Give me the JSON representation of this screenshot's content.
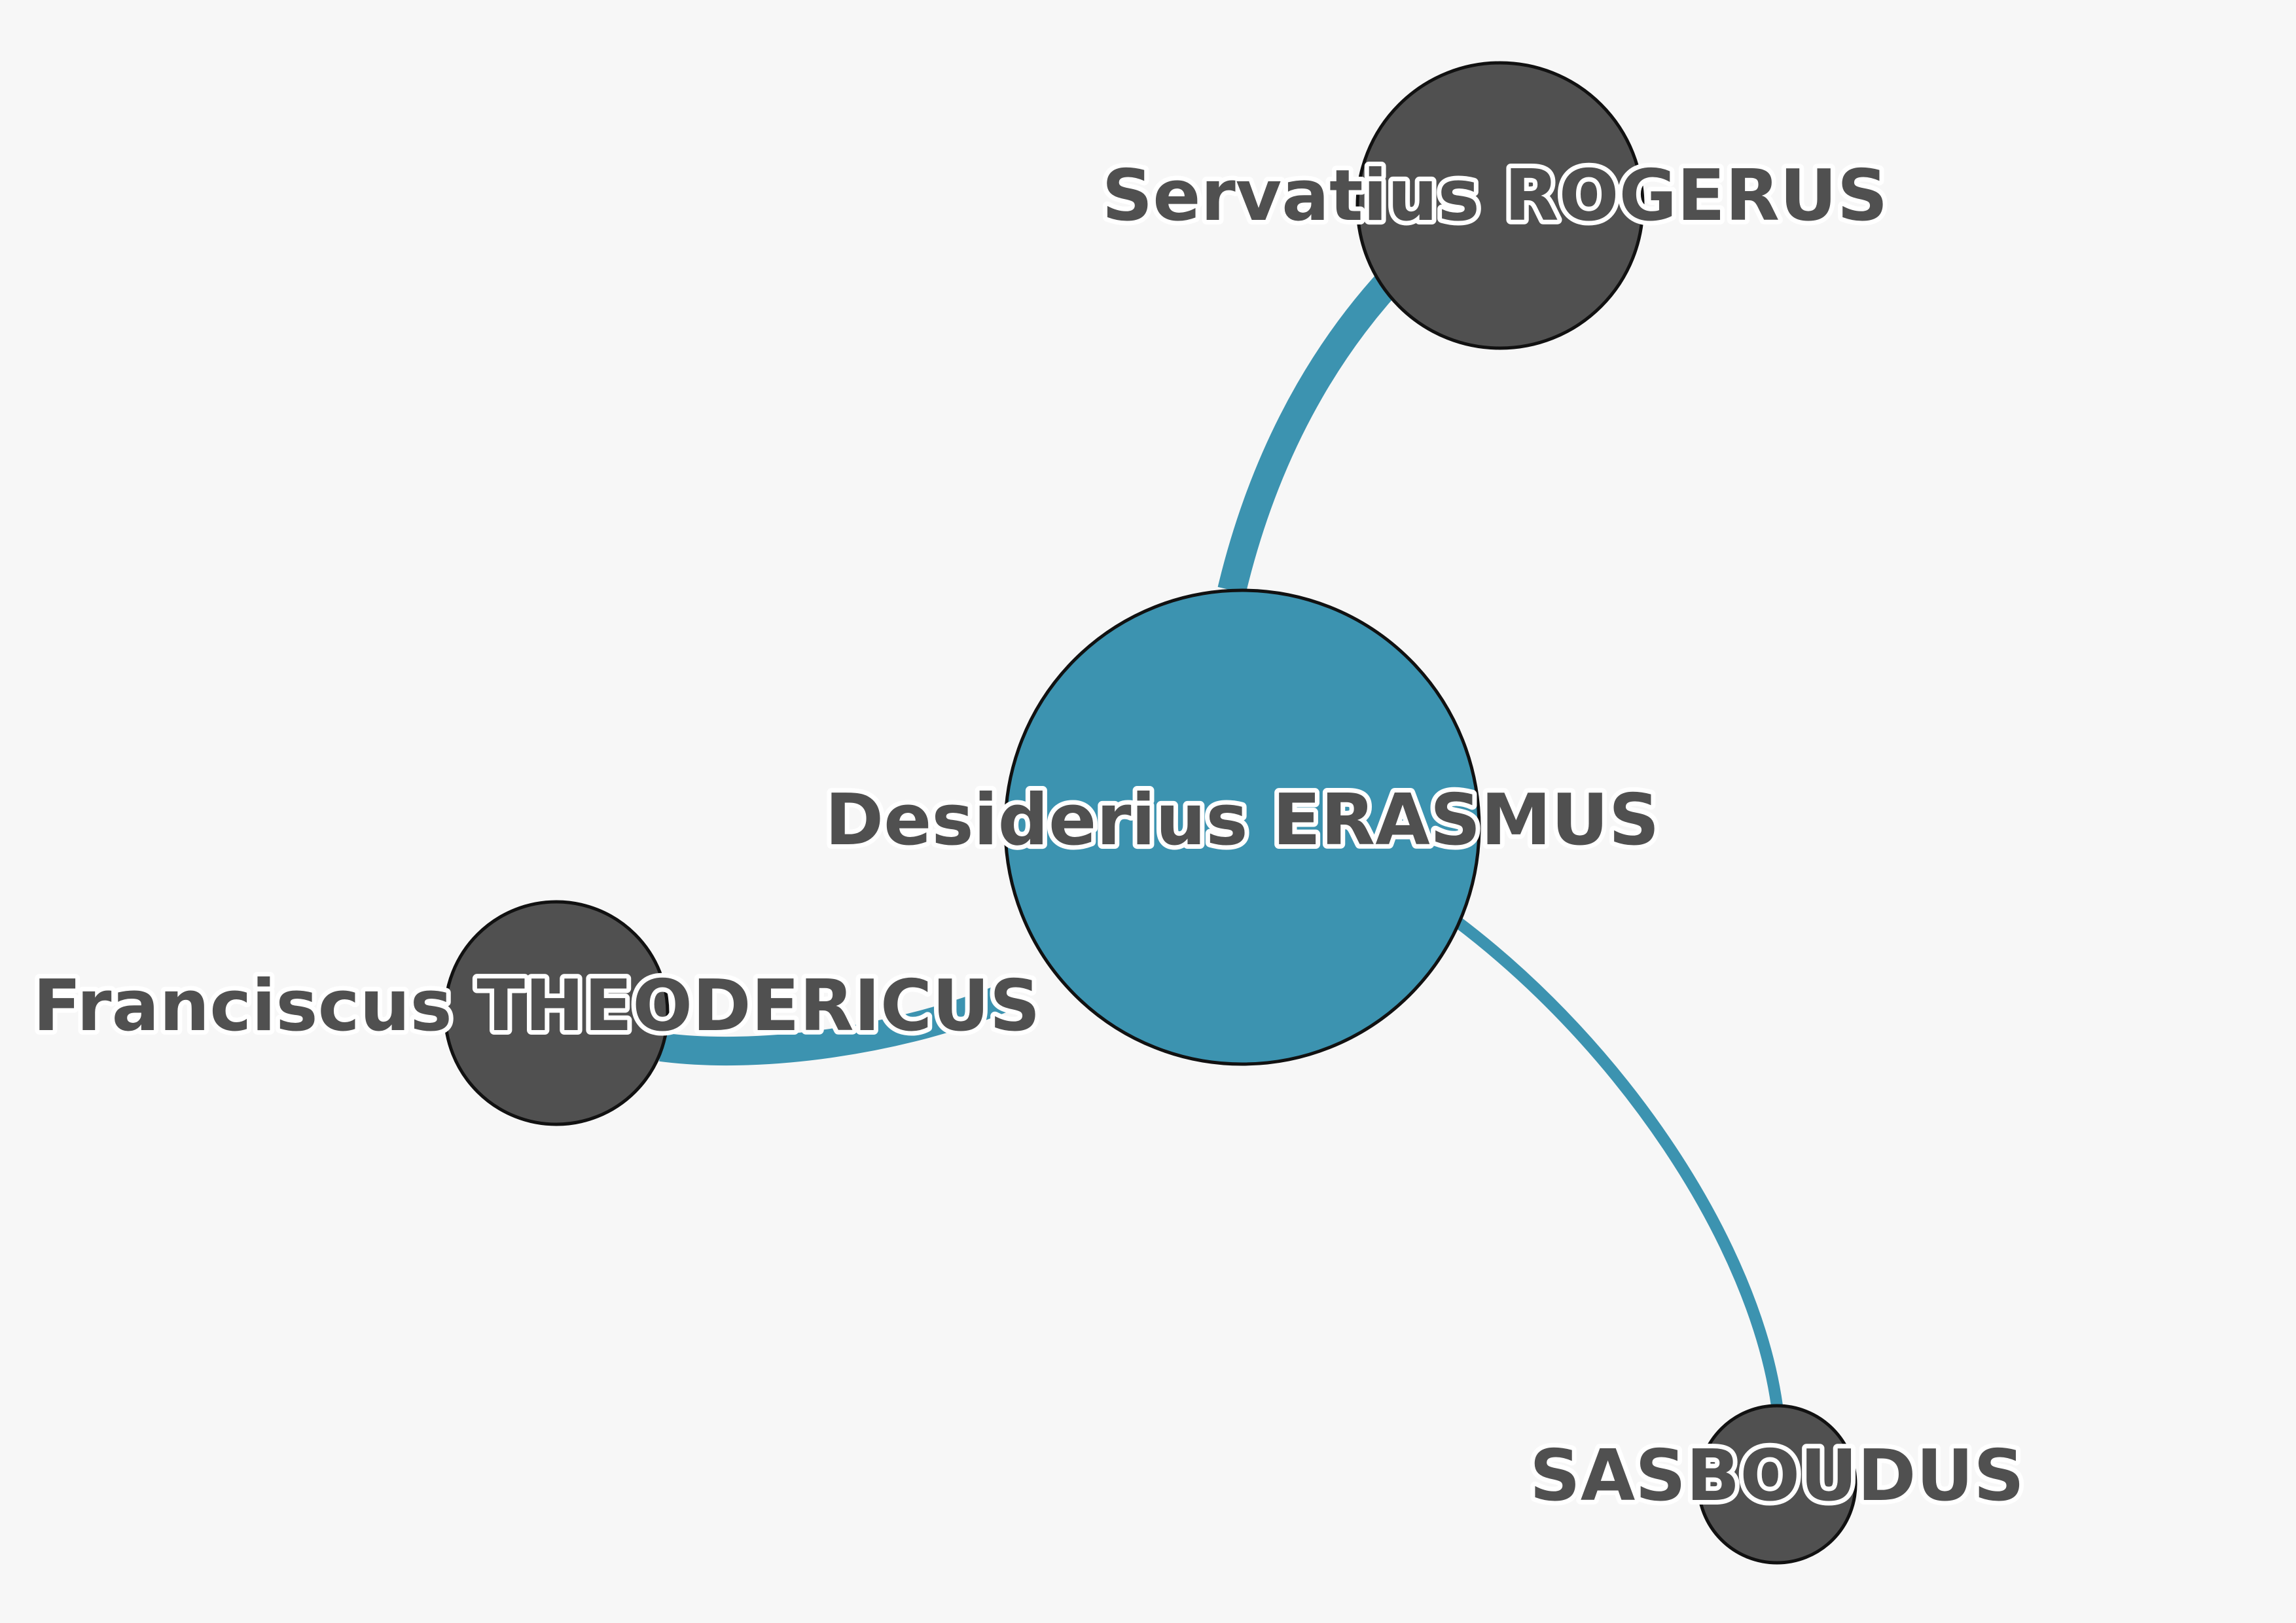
{
  "colors": {
    "background": "#f7f7f7",
    "edge": "#3c93b0",
    "central_node": "#3c93b0",
    "peripheral_node": "#505050",
    "label_text": "#505050",
    "label_halo": "#ffffff",
    "node_outline": "#111111"
  },
  "nodes": [
    {
      "id": "erasmus",
      "label": "Desiderius ERASMUS",
      "role": "central"
    },
    {
      "id": "rogerus",
      "label": "Servatius ROGERUS",
      "role": "peripheral"
    },
    {
      "id": "theodericus",
      "label": "Franciscus THEODERICUS",
      "role": "peripheral"
    },
    {
      "id": "sasboudus",
      "label": "SASBOUDUS",
      "role": "peripheral"
    }
  ],
  "edges": [
    {
      "source": "erasmus",
      "target": "rogerus",
      "weight": "heavy"
    },
    {
      "source": "erasmus",
      "target": "theodericus",
      "weight": "heavy"
    },
    {
      "source": "erasmus",
      "target": "sasboudus",
      "weight": "light"
    }
  ]
}
